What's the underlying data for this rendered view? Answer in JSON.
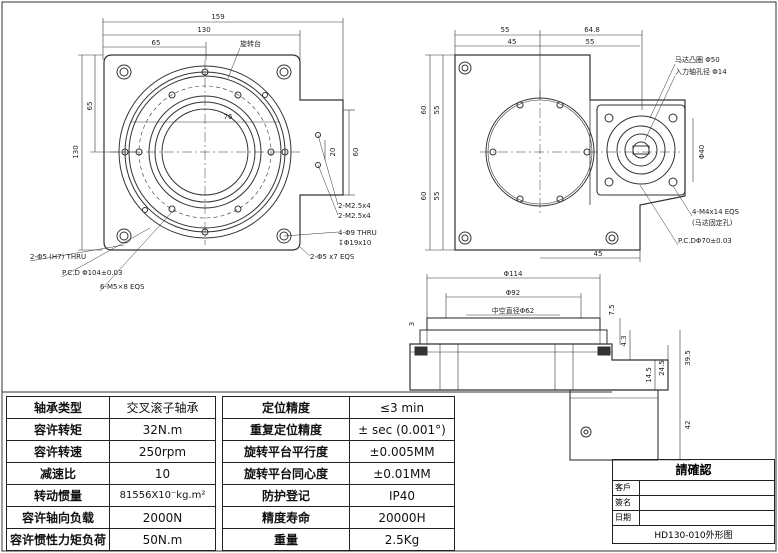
{
  "drawing": {
    "top_view": {
      "dims": {
        "w159": "159",
        "w130": "130",
        "w65": "65",
        "h65": "65",
        "h130": "130",
        "d76": "76",
        "h20": "20",
        "h60": "60"
      },
      "labels": {
        "rotating_table": "旋转台",
        "m25_a": "2-M2.5x4",
        "m25_b": "2-M2.5x4",
        "hole_9": "4-Φ9 THRU",
        "cbore_19": "↧Φ19x10",
        "pin5_left": "2-Φ5 (H7) THRU",
        "pin5_right": "2-Φ5 x7 EQS",
        "pcd104": "P.C.D Φ104±0.03",
        "m5": "6-M5×8 EQS"
      }
    },
    "right_view": {
      "dims": {
        "w64_8": "64.8",
        "w55a": "55",
        "w45a": "45",
        "w55b": "55",
        "h60a": "60",
        "h55a": "55",
        "h60b": "60",
        "h55b": "55",
        "w45b": "45",
        "d40": "Φ40"
      },
      "labels": {
        "motor_boss": "马达凸圈 Φ50",
        "input_shaft": "入力轴孔径 Φ14",
        "m4": "4-M4x14 EQS",
        "m4_note": "(马达固定孔)",
        "pcd70": "P.C.DΦ70±0.03"
      }
    },
    "section_view": {
      "dims": {
        "d114": "Φ114",
        "d92": "Φ92",
        "d62": "中空直径Φ62",
        "v3": "3",
        "v7_5": "7.5",
        "v4_3": "4.3",
        "v14_5": "14.5",
        "v24_5": "24.5",
        "v39_5": "39.5",
        "v42": "42"
      }
    }
  },
  "specs_left": [
    {
      "label": "轴承类型",
      "value": "交叉滚子轴承"
    },
    {
      "label": "容许转矩",
      "value": "32N.m"
    },
    {
      "label": "容许转速",
      "value": "250rpm"
    },
    {
      "label": "减速比",
      "value": "10"
    },
    {
      "label": "转动惯量",
      "value": "81556X10⁻kg.m²"
    },
    {
      "label": "容许轴向负载",
      "value": "2000N"
    },
    {
      "label": "容许惯性力矩负荷",
      "value": "50N.m"
    }
  ],
  "specs_right": [
    {
      "label": "定位精度",
      "value": "≤3 min"
    },
    {
      "label": "重复定位精度",
      "value": "± sec (0.001°)"
    },
    {
      "label": "旋转平台平行度",
      "value": "±0.005MM"
    },
    {
      "label": "旋转平台同心度",
      "value": "±0.01MM"
    },
    {
      "label": "防护登记",
      "value": "IP40"
    },
    {
      "label": "精度寿命",
      "value": "20000H"
    },
    {
      "label": "重量",
      "value": "2.5Kg"
    }
  ],
  "title_block": {
    "header": "請確認",
    "rows": [
      "客戶",
      "簽名",
      "日期"
    ],
    "drawing_name": "HD130-010外形图"
  }
}
